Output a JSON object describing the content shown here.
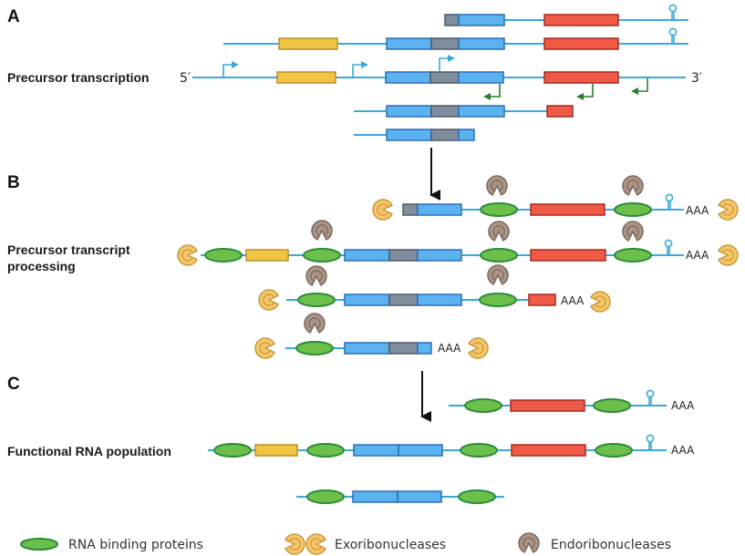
{
  "figure": {
    "panels": [
      {
        "letter": "A",
        "label": "Precursor transcription"
      },
      {
        "letter": "B",
        "label_lines": [
          "Precursor transcript",
          "processing"
        ]
      },
      {
        "letter": "C",
        "label": "Functional RNA population"
      }
    ],
    "end_labels": {
      "five_prime": "5′",
      "three_prime": "3′"
    },
    "polya_label": "AAA",
    "legend": [
      {
        "icon": "rna-binding-protein-icon",
        "label": "RNA binding proteins"
      },
      {
        "icon": "exoribonuclease-icon",
        "label": "Exoribonucleases"
      },
      {
        "icon": "endoribonuclease-icon",
        "label": "Endoribonucleases"
      }
    ]
  },
  "colors": {
    "rna_line": "#3aa9dc",
    "yellow_gene": "#f2c444",
    "yellow_gene_border": "#b8902a",
    "blue_gene": "#5ab2ee",
    "blue_gene_border": "#2c6fb8",
    "grey_segment": "#7f8d9c",
    "grey_segment_border": "#4d5a68",
    "red_gene": "#ee5a45",
    "red_gene_border": "#a82a20",
    "rbp_fill": "#6cc04a",
    "rbp_border": "#2a8c3a",
    "exo_fill": "#f6c76a",
    "exo_border": "#c9993a",
    "endo_fill": "#a99486",
    "endo_border": "#7e6a5e",
    "promoter": "#3aa9dc",
    "terminator": "#2e7d32",
    "process_arrow": "#111111"
  }
}
